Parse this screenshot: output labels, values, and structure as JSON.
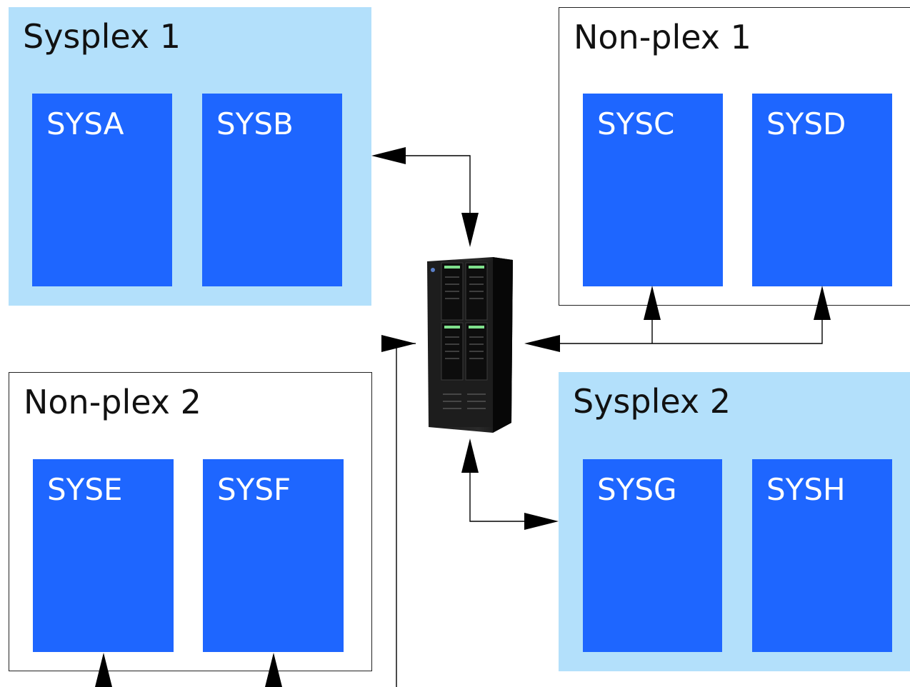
{
  "groups": {
    "sysplex1": {
      "title": "Sysplex 1",
      "systems": [
        "SYSA",
        "SYSB"
      ]
    },
    "nonplex1": {
      "title": "Non-plex 1",
      "systems": [
        "SYSC",
        "SYSD"
      ]
    },
    "nonplex2": {
      "title": "Non-plex 2",
      "systems": [
        "SYSE",
        "SYSF"
      ]
    },
    "sysplex2": {
      "title": "Sysplex 2",
      "systems": [
        "SYSG",
        "SYSH"
      ]
    }
  },
  "icons": {
    "center": "server-tower-icon"
  },
  "colors": {
    "sysplex_bg": "#b3e0fb",
    "system_bg": "#1e66ff",
    "line": "#000000"
  }
}
